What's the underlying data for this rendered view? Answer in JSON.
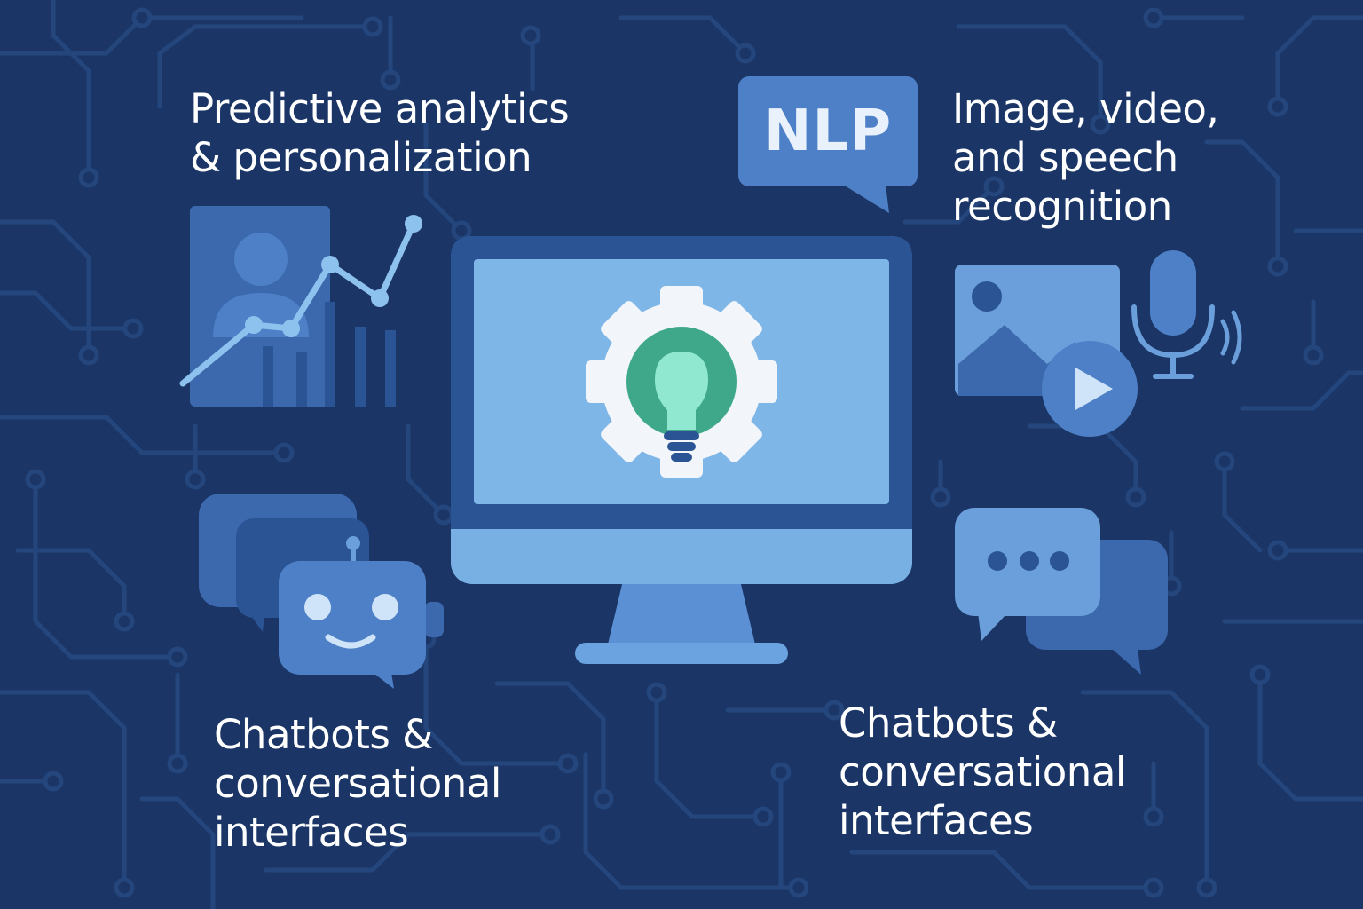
{
  "labels": {
    "predictive": [
      "Predictive analytics",
      "& personalization"
    ],
    "image_recognition": [
      "Image, video,",
      "and speech",
      "recognition"
    ],
    "chatbots_left": [
      "Chatbots &",
      "conversational",
      "interfaces"
    ],
    "chatbots_right": [
      "Chatbots &",
      "conversational",
      "interfaces"
    ]
  },
  "nlp_bubble": {
    "text": "NLP"
  },
  "colors": {
    "background": "#1a3566",
    "circuit": "#24467c",
    "monitor_frame": "#2a5494",
    "monitor_screen": "#7fb6e8",
    "monitor_bezel": "#79b0e4",
    "gear": "#f2f6fb",
    "bulb_ring": "#3fa88a",
    "bulb": "#8fe8cf",
    "icon_light": "#6b9fdb",
    "icon_mid": "#4d80c6",
    "icon_dark": "#3c68ad",
    "text": "#ffffff"
  },
  "icons": [
    "profile-chart-icon",
    "nlp-speech-bubble-icon",
    "image-icon",
    "play-icon",
    "microphone-icon",
    "computer-monitor-icon",
    "gear-icon",
    "lightbulb-icon",
    "chat-bubbles-icon",
    "robot-chatbot-icon",
    "typing-chat-bubbles-icon"
  ]
}
